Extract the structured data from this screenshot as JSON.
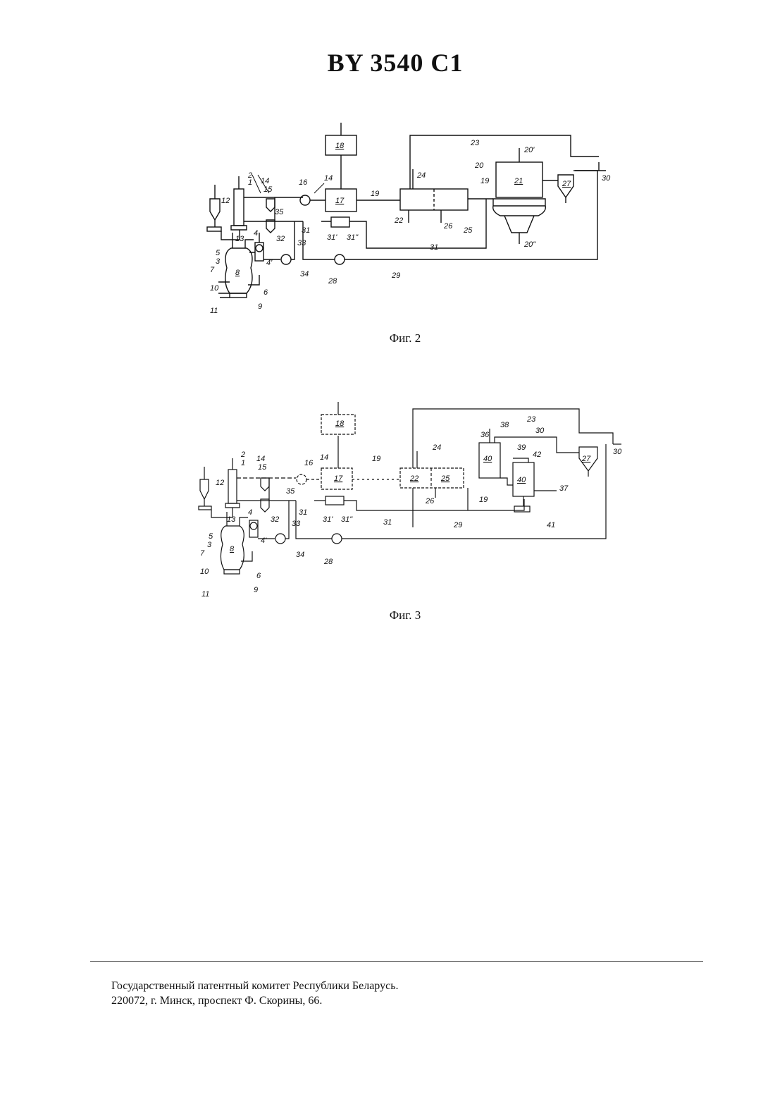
{
  "header": {
    "title": "BY 3540 C1"
  },
  "figure2": {
    "caption": "Фиг. 2",
    "labels": {
      "l1": "1",
      "l2": "2",
      "l3": "3",
      "l4": "4",
      "l4p": "4'",
      "l5": "5",
      "l6": "6",
      "l7": "7",
      "l8": "8",
      "l9": "9",
      "l10": "10",
      "l11": "11",
      "l12": "12",
      "l13": "13",
      "l14a": "14",
      "l14b": "14",
      "l15": "15",
      "l16": "16",
      "l17": "17",
      "l18": "18",
      "l19a": "19",
      "l19b": "19",
      "l20": "20",
      "l20p": "20'",
      "l20pp": "20\"",
      "l21": "21",
      "l22": "22",
      "l23": "23",
      "l24": "24",
      "l25": "25",
      "l26": "26",
      "l27": "27",
      "l28": "28",
      "l29": "29",
      "l30": "30",
      "l31a": "31",
      "l31b": "31",
      "l31p": "31'",
      "l31pp": "31\"",
      "l32": "32",
      "l33": "33",
      "l34": "34",
      "l35": "35"
    }
  },
  "figure3": {
    "caption": "Фиг. 3",
    "labels": {
      "l1": "1",
      "l2": "2",
      "l3": "3",
      "l4": "4",
      "l4p": "4'",
      "l5": "5",
      "l6": "6",
      "l7": "7",
      "l8": "8",
      "l9": "9",
      "l10": "10",
      "l11": "11",
      "l12": "12",
      "l13": "13",
      "l14a": "14",
      "l14b": "14",
      "l15": "15",
      "l16": "16",
      "l17": "17",
      "l18": "18",
      "l19a": "19",
      "l19b": "19",
      "l22": "22",
      "l23": "23",
      "l24": "24",
      "l25": "25",
      "l26": "26",
      "l27": "27",
      "l28": "28",
      "l29": "29",
      "l30a": "30",
      "l30b": "30",
      "l31a": "31",
      "l31b": "31",
      "l31p": "31'",
      "l31pp": "31\"",
      "l32": "32",
      "l33": "33",
      "l34": "34",
      "l35": "35",
      "l36": "36",
      "l37": "37",
      "l38": "38",
      "l39": "39",
      "l40a": "40",
      "l40b": "40",
      "l41": "41",
      "l42": "42"
    }
  },
  "footer": {
    "line1": "Государственный патентный комитет Республики Беларусь.",
    "line2": "220072, г. Минск, проспект Ф. Скорины, 66."
  }
}
